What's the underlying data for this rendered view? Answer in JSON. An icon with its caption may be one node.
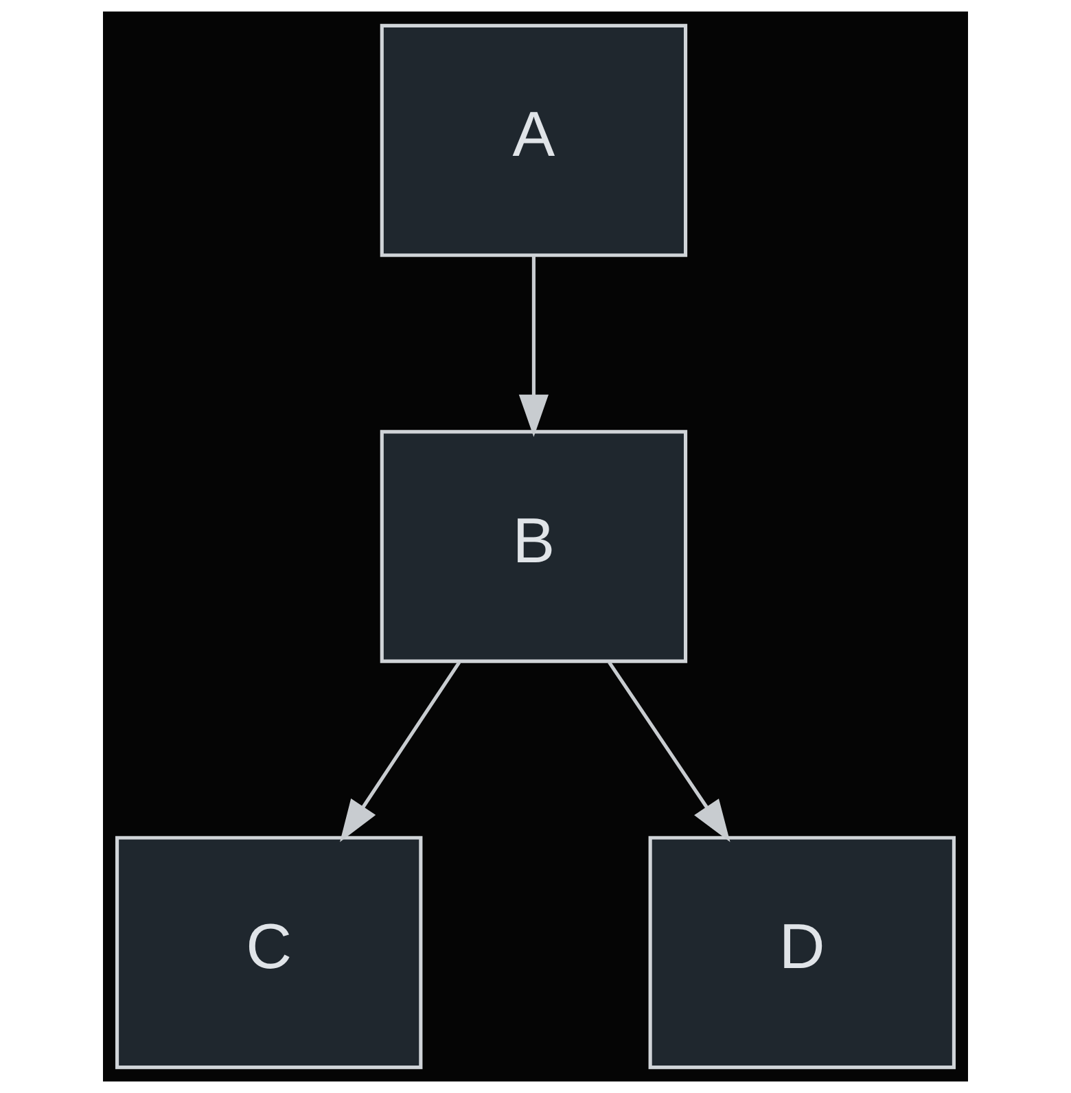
{
  "diagram": {
    "nodes": [
      {
        "text": [
          "A"
        ]
      },
      {
        "text": [
          "B"
        ]
      },
      {
        "text": [
          "C"
        ]
      },
      {
        "text": [
          "D"
        ]
      }
    ],
    "edges": [
      {
        "from": 0,
        "to": 1,
        "arrow": "to"
      },
      {
        "from": 1,
        "to": 2,
        "arrow": "to"
      },
      {
        "from": 1,
        "to": 3,
        "arrow": "to"
      }
    ]
  }
}
